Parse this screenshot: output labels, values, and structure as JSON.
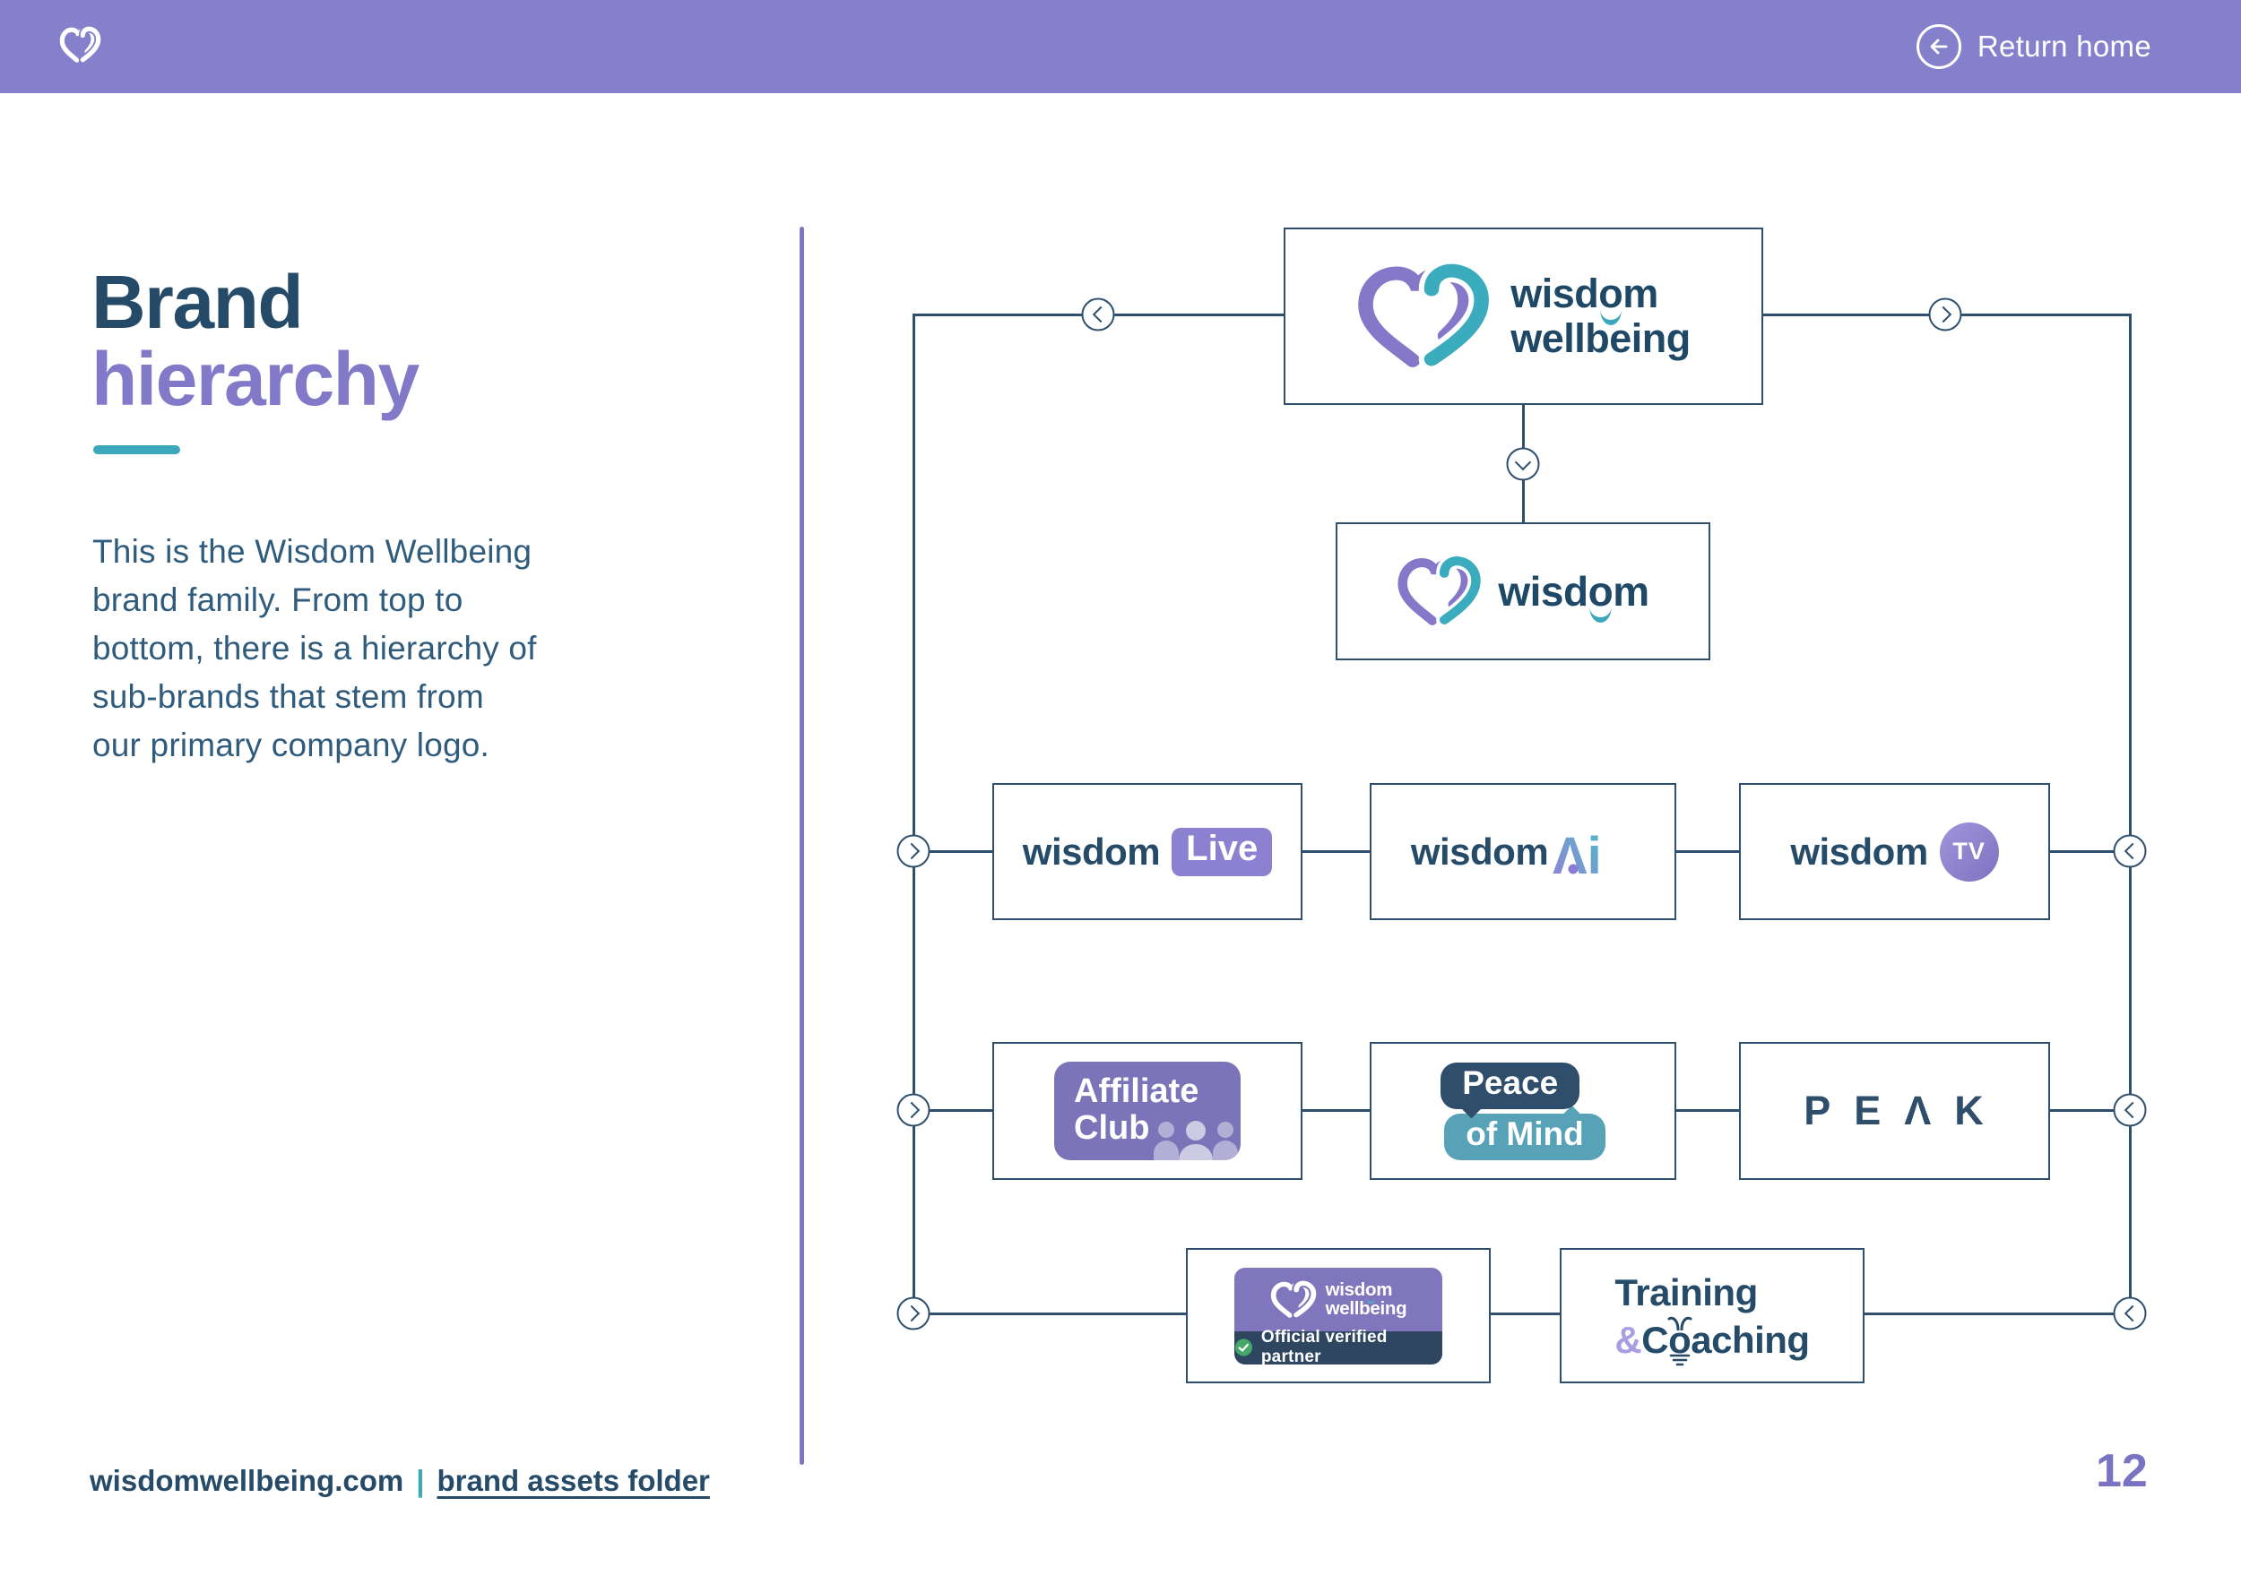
{
  "colors": {
    "header_purple": "#8580CB",
    "navy": "#254B68",
    "logo_navy": "#1E4866",
    "title_purple": "#8379C9",
    "teal_accent": "#3BA9BB",
    "line_navy": "#2E506E",
    "divider_purple": "#7D76C4",
    "live_badge_purple": "#8C80D0",
    "affiliate_purple": "#7C74B8",
    "peace_navy": "#2E4E6B",
    "peace_teal": "#57A2B7",
    "partner_purple": "#8076BE",
    "partner_navy_strip": "#2E4660",
    "verified_green": "#45A868",
    "amp_purple": "#A89FE3",
    "page_number_purple": "#7A73C4"
  },
  "icons": {
    "header_logo": "double-heart-icon",
    "return_home": "arrow-left-circle-icon",
    "connectors": "chevron-circle-icon",
    "affiliate": "people-group-icon",
    "verified": "check-circle-icon"
  },
  "header": {
    "return_home_label": "Return home"
  },
  "sidebar": {
    "title_line1": "Brand",
    "title_line2": "hierarchy",
    "intro_lines": [
      "This is the Wisdom Wellbeing",
      "brand family. From top to",
      "bottom, there is a hierarchy of",
      "sub-brands that stem from",
      "our primary company logo."
    ]
  },
  "footer": {
    "site": "wisdomwellbeing.com",
    "separator": "|",
    "link": "brand assets folder",
    "page_number": "12"
  },
  "diagram": {
    "primary": {
      "word1_pre": "wisd",
      "word1_o": "o",
      "word1_post": "m",
      "word2": "wellbeing"
    },
    "wisdom": {
      "pre": "wisd",
      "o": "o",
      "post": "m"
    },
    "live": {
      "prefix": "wisdom",
      "badge": "Live"
    },
    "ai": {
      "prefix": "wisdom",
      "mark": "Λi"
    },
    "tv": {
      "prefix": "wisdom",
      "badge": "TV"
    },
    "affiliate": {
      "line1": "Affiliate",
      "line2": "Club"
    },
    "peace": {
      "bubble1": "Peace",
      "bubble2": "of Mind"
    },
    "peak": {
      "wordmark": "PEΛK"
    },
    "partner": {
      "w1_pre": "wisd",
      "w1_o": "o",
      "w1_post": "m",
      "word2": "wellbeing",
      "strip": "Official verified partner"
    },
    "training": {
      "line1": "Training",
      "amp": "&",
      "c": "C",
      "o": "o",
      "rest": "aching"
    }
  }
}
